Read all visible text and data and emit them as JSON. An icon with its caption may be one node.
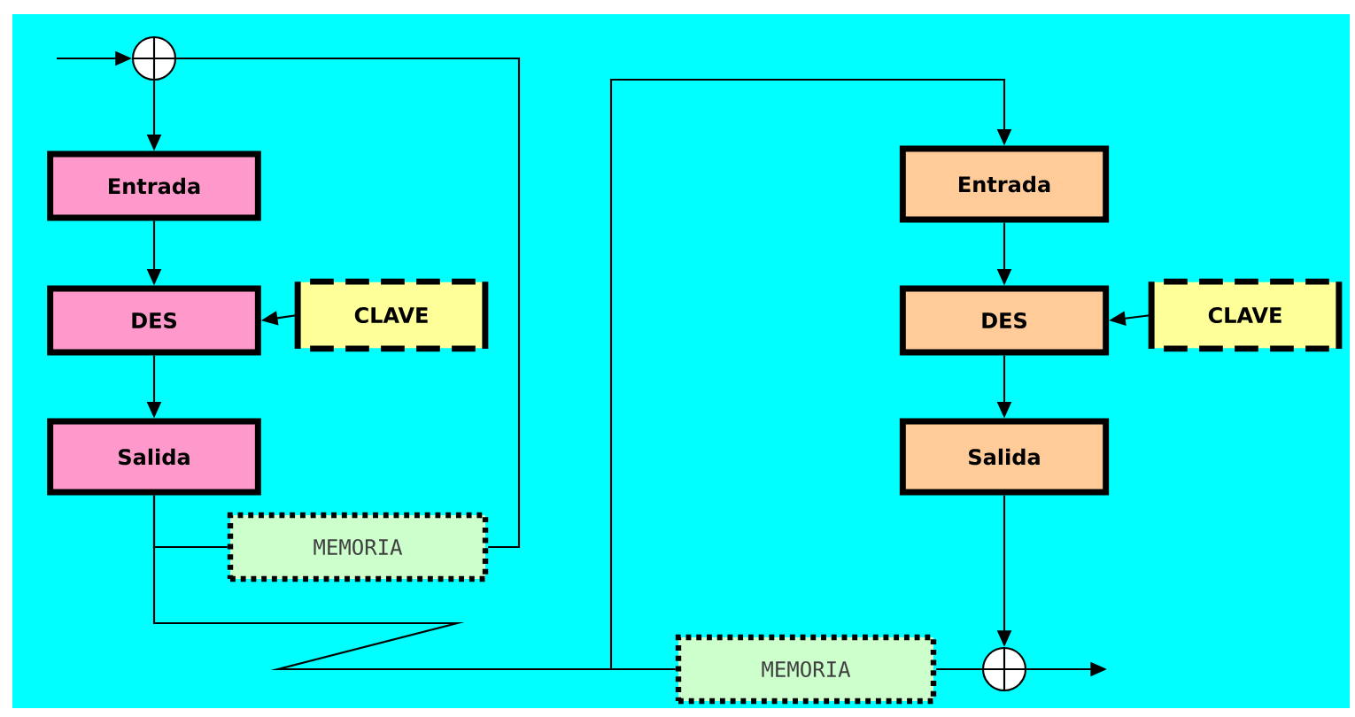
{
  "diagram": {
    "nodes": [
      {
        "text": [],
        "shape": "circle"
      },
      {
        "text": [
          "Entrada"
        ]
      },
      {
        "text": [
          "DES"
        ]
      },
      {
        "text": [
          "CLAVE"
        ]
      },
      {
        "text": [
          "Salida"
        ]
      },
      {
        "text": [
          "MEMORIA"
        ]
      },
      {
        "text": [
          "Entrada"
        ]
      },
      {
        "text": [
          "DES"
        ]
      },
      {
        "text": [
          "CLAVE"
        ]
      },
      {
        "text": [
          "Salida"
        ]
      },
      {
        "text": [
          "MEMORIA"
        ]
      },
      {
        "text": [],
        "shape": "circle"
      }
    ],
    "edges": [
      {
        "from": null,
        "to": 0,
        "arrow": "to"
      },
      {
        "from": 0,
        "to": 1,
        "arrow": "to"
      },
      {
        "from": 1,
        "to": 2,
        "arrow": "to"
      },
      {
        "from": 3,
        "to": 2,
        "arrow": "to"
      },
      {
        "from": 2,
        "to": 4,
        "arrow": "to"
      },
      {
        "from": 4,
        "to": 5,
        "arrow": "none"
      },
      {
        "from": 5,
        "to": 0,
        "arrow": "none"
      },
      {
        "from": 4,
        "to": 6,
        "arrow": "to"
      },
      {
        "from": 4,
        "to": 10,
        "arrow": "none"
      },
      {
        "from": 6,
        "to": 7,
        "arrow": "to"
      },
      {
        "from": 8,
        "to": 7,
        "arrow": "to"
      },
      {
        "from": 7,
        "to": 9,
        "arrow": "to"
      },
      {
        "from": 9,
        "to": 11,
        "arrow": "to"
      },
      {
        "from": 10,
        "to": 11,
        "arrow": "none"
      },
      {
        "from": 11,
        "to": null,
        "arrow": "to"
      }
    ]
  }
}
